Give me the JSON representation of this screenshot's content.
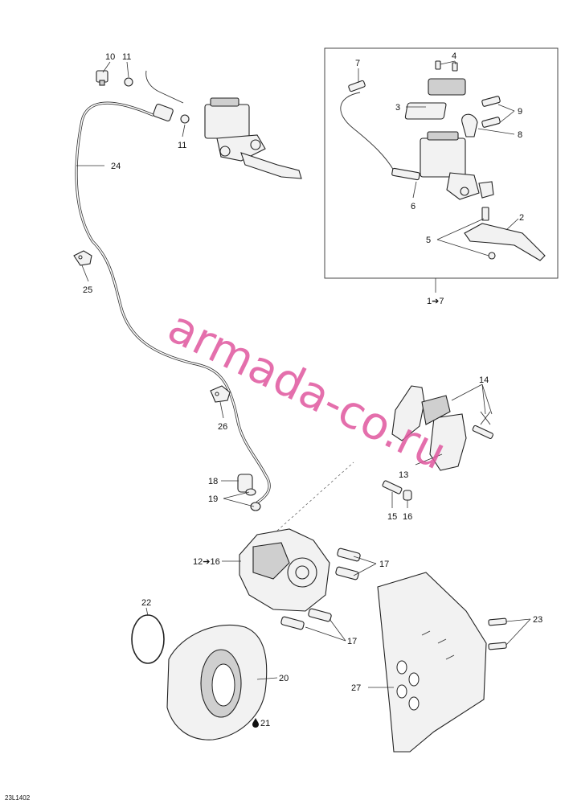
{
  "callouts": {
    "c10": "10",
    "c11a": "11",
    "c11b": "11",
    "c24": "24",
    "c25": "25",
    "c7": "7",
    "c4": "4",
    "c3": "3",
    "c9": "9",
    "c8": "8",
    "c6": "6",
    "c2": "2",
    "c5": "5",
    "c1to7": "1➔7",
    "c14": "14",
    "c26": "26",
    "c13": "13",
    "c18": "18",
    "c19": "19",
    "c15": "15",
    "c16": "16",
    "c12to16": "12➔16",
    "c17a": "17",
    "c17b": "17",
    "c22": "22",
    "c23": "23",
    "c20": "20",
    "c27": "27",
    "c21": "21"
  },
  "watermark": "armada-co.ru",
  "figure_code": "23L1402",
  "colors": {
    "watermark": "#e0569e",
    "line": "#222222",
    "background": "#ffffff"
  },
  "icons": {
    "oil_drop": "oil-drop-icon",
    "arrow": "arrow-right-icon"
  }
}
